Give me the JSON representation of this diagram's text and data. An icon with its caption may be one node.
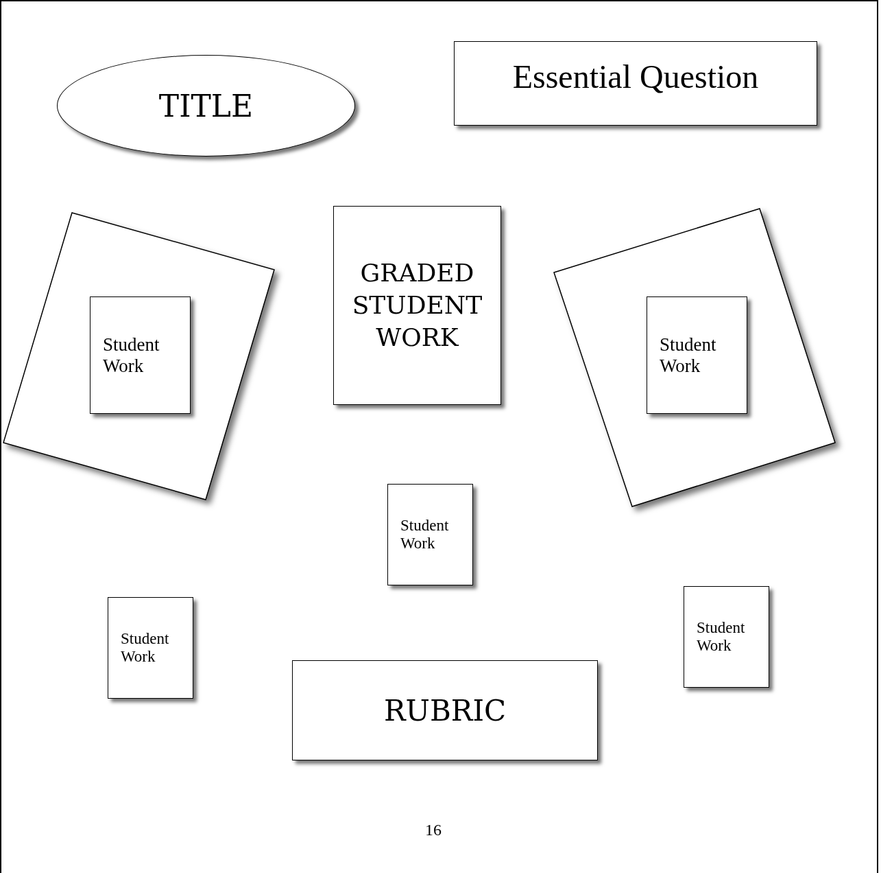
{
  "diagram": {
    "nodes": [
      {
        "text": [
          "TITLE"
        ]
      },
      {
        "text": [
          "Essential Question"
        ]
      },
      {
        "text": [],
        "shape": "box"
      },
      {
        "text": [
          "Student Work"
        ],
        "in": 2
      },
      {
        "text": [
          "GRADED STUDENT WORK"
        ]
      },
      {
        "text": [],
        "shape": "box"
      },
      {
        "text": [
          "Student Work"
        ],
        "in": 5
      },
      {
        "text": [
          "Student Work"
        ]
      },
      {
        "text": [
          "Student Work"
        ]
      },
      {
        "text": [
          "Student Work"
        ]
      },
      {
        "text": [
          "RUBRIC"
        ]
      }
    ],
    "edges": [],
    "labels": [
      "16"
    ]
  }
}
